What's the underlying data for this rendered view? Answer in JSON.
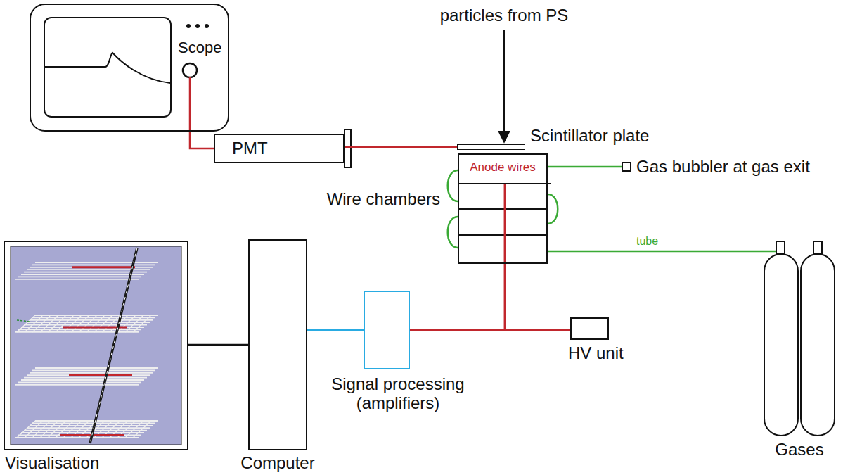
{
  "diagram": {
    "nodes": [
      {
        "text": [
          "Scope"
        ]
      },
      {
        "text": [
          "PMT"
        ]
      },
      {
        "text": [
          "Scintillator plate"
        ]
      },
      {
        "text": [
          "Wire chambers"
        ]
      },
      {
        "text": [
          "Anode wires"
        ],
        "in": 3
      },
      {
        "text": [
          "Gas bubbler at gas exit"
        ]
      },
      {
        "text": [
          "Visualisation"
        ]
      },
      {
        "text": [
          "Computer"
        ]
      },
      {
        "text": [
          "Signal processing (amplifiers)"
        ]
      },
      {
        "text": [
          "HV unit"
        ]
      },
      {
        "text": [
          "Gases"
        ]
      }
    ],
    "edges": [
      {
        "from": 0,
        "to": 1,
        "arrow": "none"
      },
      {
        "from": 1,
        "to": 2,
        "arrow": "none"
      },
      {
        "from": 4,
        "to": 8,
        "arrow": "none"
      },
      {
        "from": 4,
        "to": 9,
        "arrow": "none"
      },
      {
        "from": 3,
        "to": 5,
        "arrow": "none"
      },
      {
        "from": 10,
        "to": 3,
        "arrow": "none",
        "label": "tube"
      },
      {
        "from": 8,
        "to": 7,
        "arrow": "none"
      },
      {
        "from": 7,
        "to": 6,
        "arrow": "none"
      }
    ],
    "labels": [
      "particles from PS"
    ]
  }
}
